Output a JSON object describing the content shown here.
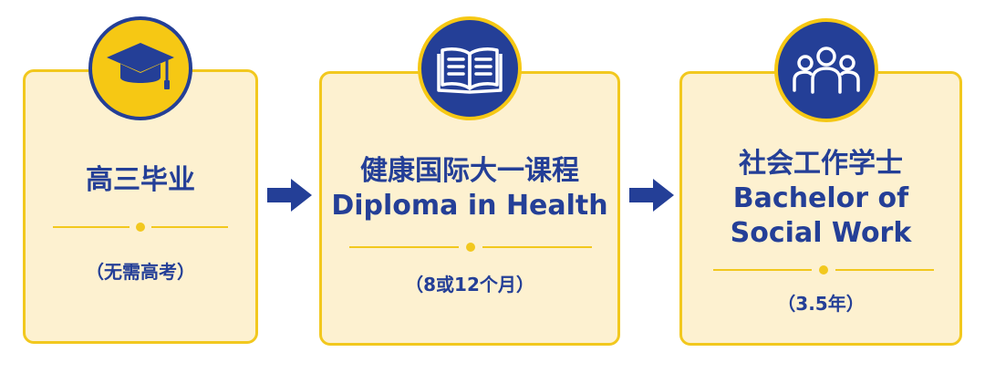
{
  "steps": [
    {
      "icon": "graduation-cap-icon",
      "title_lines": [
        "高三毕业"
      ],
      "subtitle": "（无需高考）"
    },
    {
      "icon": "open-book-icon",
      "title_lines": [
        "健康国际大一课程",
        "Diploma in Health"
      ],
      "subtitle": "（8或12个月）"
    },
    {
      "icon": "people-group-icon",
      "title_lines": [
        "社会工作学士",
        "Bachelor of",
        "Social Work"
      ],
      "subtitle": "（3.5年）"
    }
  ],
  "arrow_icon": "arrow-right-icon",
  "colors": {
    "navy": "#243f97",
    "gold": "#f2c81e",
    "card_bg": "#fdf1d0"
  }
}
